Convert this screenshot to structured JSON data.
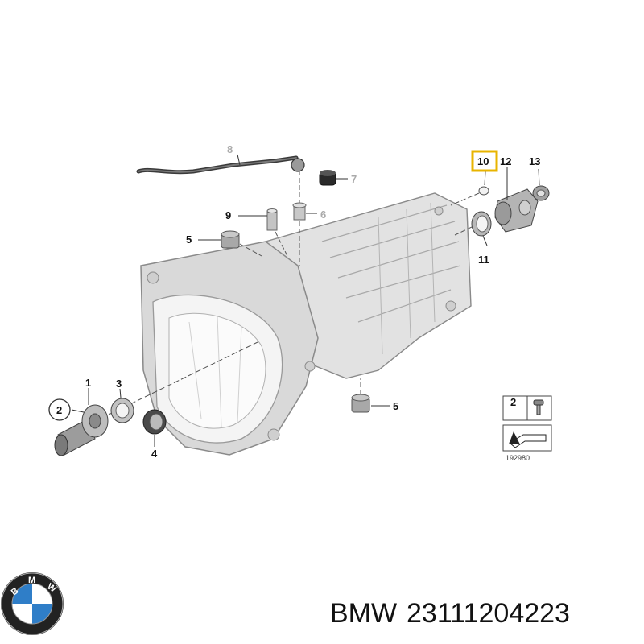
{
  "diagram": {
    "callouts": {
      "c1": "1",
      "c2": "2",
      "c3": "3",
      "c4": "4",
      "c5a": "5",
      "c5b": "5",
      "c6": "6",
      "c7": "7",
      "c8": "8",
      "c9": "9",
      "c10": "10",
      "c11": "11",
      "c12": "12",
      "c13": "13"
    },
    "legend": {
      "part_number": "2"
    },
    "image_code": "192980",
    "colors": {
      "highlight_box": "#e8b400",
      "housing": "#d9d9d9",
      "outline": "#8a8a8a"
    }
  },
  "caption": {
    "brand": "BMW",
    "part_number": "23111204223"
  },
  "logo": {
    "letters": [
      "B",
      "M",
      "W"
    ],
    "colors": {
      "blue": "#2f7ec8",
      "ring": "#222222"
    }
  }
}
